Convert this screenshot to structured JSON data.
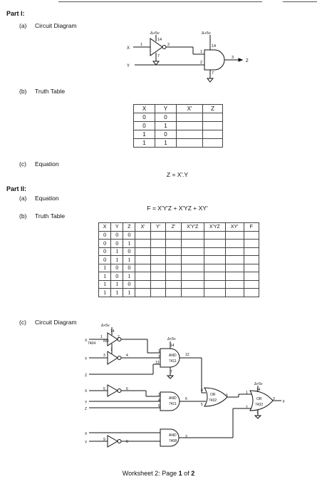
{
  "part1": {
    "heading": "Part I:",
    "a_label": "(a)",
    "a_title": "Circuit Diagram",
    "b_label": "(b)",
    "b_title": "Truth Table",
    "c_label": "(c)",
    "c_title": "Equation",
    "equation": "Z = X'.Y",
    "table": {
      "headers": [
        "X",
        "Y",
        "X'",
        "Z"
      ],
      "rows": [
        [
          "0",
          "0",
          "",
          ""
        ],
        [
          "0",
          "1",
          "",
          ""
        ],
        [
          "1",
          "0",
          "",
          ""
        ],
        [
          "1",
          "1",
          "",
          ""
        ]
      ]
    },
    "circuit": {
      "in_x": "X",
      "in_y": "Y",
      "out_z": "Z",
      "vcc1": "Δ+5v",
      "vcc2": "Δ+5v",
      "p1": "1",
      "p2": "2",
      "p14a": "14",
      "p7a": "7",
      "q1": "1",
      "q2": "2",
      "q3": "3",
      "q14": "14",
      "q7": "7"
    }
  },
  "part2": {
    "heading": "Part II:",
    "a_label": "(a)",
    "a_title": "Equation",
    "b_label": "(b)",
    "b_title": "Truth Table",
    "c_label": "(c)",
    "c_title": "Circuit Diagram",
    "equation": "F = X'Y'Z + X'YZ + XY'",
    "table": {
      "headers": [
        "X",
        "Y",
        "Z",
        "X'",
        "Y'",
        "Z'",
        "X'Y'Z",
        "X'YZ",
        "XY'",
        "F"
      ],
      "rows": [
        [
          "0",
          "0",
          "0",
          "",
          "",
          "",
          "",
          "",
          "",
          ""
        ],
        [
          "0",
          "0",
          "1",
          "",
          "",
          "",
          "",
          "",
          "",
          ""
        ],
        [
          "0",
          "1",
          "0",
          "",
          "",
          "",
          "",
          "",
          "",
          ""
        ],
        [
          "0",
          "1",
          "1",
          "",
          "",
          "",
          "",
          "",
          "",
          ""
        ],
        [
          "1",
          "0",
          "0",
          "",
          "",
          "",
          "",
          "",
          "",
          ""
        ],
        [
          "1",
          "0",
          "1",
          "",
          "",
          "",
          "",
          "",
          "",
          ""
        ],
        [
          "1",
          "1",
          "0",
          "",
          "",
          "",
          "",
          "",
          "",
          ""
        ],
        [
          "1",
          "1",
          "1",
          "",
          "",
          "",
          "",
          "",
          "",
          ""
        ]
      ]
    },
    "circuit": {
      "x": "X",
      "y": "Y",
      "z": "Z",
      "f": "F",
      "vcc": "Δ+5v",
      "n14": "14",
      "n7": "7",
      "chip7404": "7404",
      "no": "NO",
      "and": "AND",
      "chip7411": "7411",
      "chip7408": "7408",
      "or": "OR",
      "chip7432": "7432",
      "n1": "1",
      "n2": "2",
      "n3": "3",
      "n4": "4",
      "n5": "5",
      "n6": "6",
      "n8": "8",
      "n9": "9",
      "n12": "12",
      "n13": "13"
    }
  },
  "footer": {
    "prefix": "Worksheet 2: Page ",
    "page": "1",
    "middle": " of ",
    "total": "2"
  }
}
